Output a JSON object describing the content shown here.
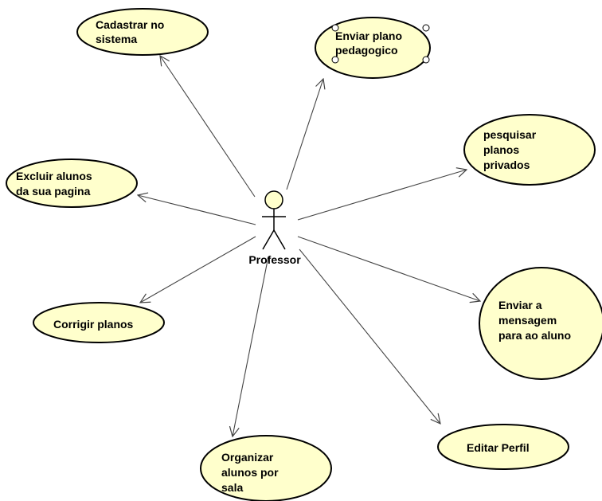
{
  "colors": {
    "usecase_fill": "#ffffcc",
    "stroke": "#000000",
    "actor_fill": "#ffffcc",
    "line": "#444444",
    "background": "#ffffff"
  },
  "actor": {
    "name": "Professor"
  },
  "use_cases": [
    {
      "id": "cadastrar",
      "lines": [
        "Cadastrar no",
        "sistema"
      ]
    },
    {
      "id": "enviar-plano",
      "lines": [
        "Enviar plano",
        "pedagogico"
      ],
      "selected": true
    },
    {
      "id": "pesquisar",
      "lines": [
        "pesquisar",
        "planos",
        "privados"
      ]
    },
    {
      "id": "excluir",
      "lines": [
        "Excluir alunos",
        "da sua pagina"
      ]
    },
    {
      "id": "corrigir",
      "lines": [
        "Corrigir planos"
      ]
    },
    {
      "id": "enviar-mensagem",
      "lines": [
        "Enviar a",
        "mensagem",
        "para ao aluno"
      ]
    },
    {
      "id": "organizar",
      "lines": [
        "Organizar",
        "alunos por",
        "sala"
      ]
    },
    {
      "id": "editar-perfil",
      "lines": [
        "Editar Perfil"
      ]
    }
  ]
}
